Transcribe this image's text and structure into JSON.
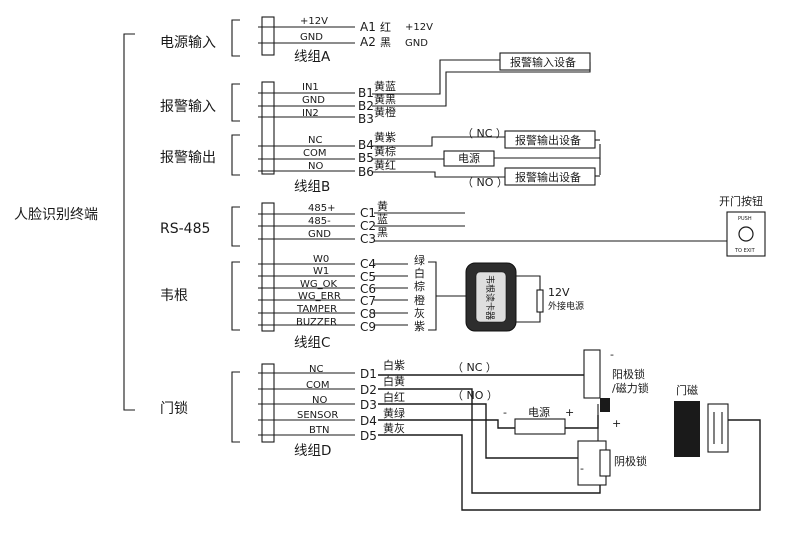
{
  "terminal": "人脸识别终端",
  "groups": [
    {
      "name": "电源输入",
      "bundle": "线组A",
      "pins": [
        {
          "pin": "+12V",
          "code": "A1",
          "color": "红",
          "note": "+12V"
        },
        {
          "pin": "GND",
          "code": "A2",
          "color": "黑",
          "note": "GND"
        }
      ]
    },
    {
      "name": "报警输入",
      "pins": [
        {
          "pin": "IN1",
          "code": "B1",
          "color": "黄蓝"
        },
        {
          "pin": "GND",
          "code": "B2",
          "color": "黄黑"
        },
        {
          "pin": "IN2",
          "code": "B3",
          "color": "黄橙"
        }
      ]
    },
    {
      "name": "报警输出",
      "bundle": "线组B",
      "pins": [
        {
          "pin": "NC",
          "code": "B4",
          "color": "黄紫"
        },
        {
          "pin": "COM",
          "code": "B5",
          "color": "黄棕"
        },
        {
          "pin": "NO",
          "code": "B6",
          "color": "黄红"
        }
      ]
    },
    {
      "name": "RS-485",
      "pins": [
        {
          "pin": "485+",
          "code": "C1",
          "color": "黄"
        },
        {
          "pin": "485-",
          "code": "C2",
          "color": "蓝"
        },
        {
          "pin": "GND",
          "code": "C3",
          "color": "黑"
        }
      ]
    },
    {
      "name": "韦根",
      "bundle": "线组C",
      "pins": [
        {
          "pin": "W0",
          "code": "C4",
          "color": "绿"
        },
        {
          "pin": "W1",
          "code": "C5",
          "color": "白"
        },
        {
          "pin": "WG_OK",
          "code": "C6",
          "color": "棕"
        },
        {
          "pin": "WG_ERR",
          "code": "C7",
          "color": "橙"
        },
        {
          "pin": "TAMPER",
          "code": "C8",
          "color": "灰"
        },
        {
          "pin": "BUZZER",
          "code": "C9",
          "color": "紫"
        }
      ]
    },
    {
      "name": "门锁",
      "bundle": "线组D",
      "pins": [
        {
          "pin": "NC",
          "code": "D1",
          "color": "白紫"
        },
        {
          "pin": "COM",
          "code": "D2",
          "color": "白黄"
        },
        {
          "pin": "NO",
          "code": "D3",
          "color": "白红"
        },
        {
          "pin": "SENSOR",
          "code": "D4",
          "color": "黄绿"
        },
        {
          "pin": "BTN",
          "code": "D5",
          "color": "黄灰"
        }
      ]
    }
  ],
  "devices": {
    "alarm_input_device": "报警输入设备",
    "alarm_output_device_1": "报警输出设备",
    "alarm_output_device_2": "报警输出设备",
    "power_source_b": "电源",
    "nc_b": "（ NC ）",
    "no_b": "（ NO ）",
    "card_reader": "韦根读卡器",
    "ext_power_12v": "12V",
    "ext_power_label": "外接电源",
    "exit_button": "开门按钮",
    "exit_button_top": "PUSH",
    "exit_button_bottom": "TO EXIT",
    "anode_lock": "阳极锁",
    "mag_lock": "/磁力锁",
    "cathode_lock": "阴极锁",
    "door_contact": "门磁",
    "lock_power": "电源",
    "nc_d": "（ NC ）",
    "no_d": "（ NO ）",
    "minus": "-",
    "plus": "+"
  }
}
